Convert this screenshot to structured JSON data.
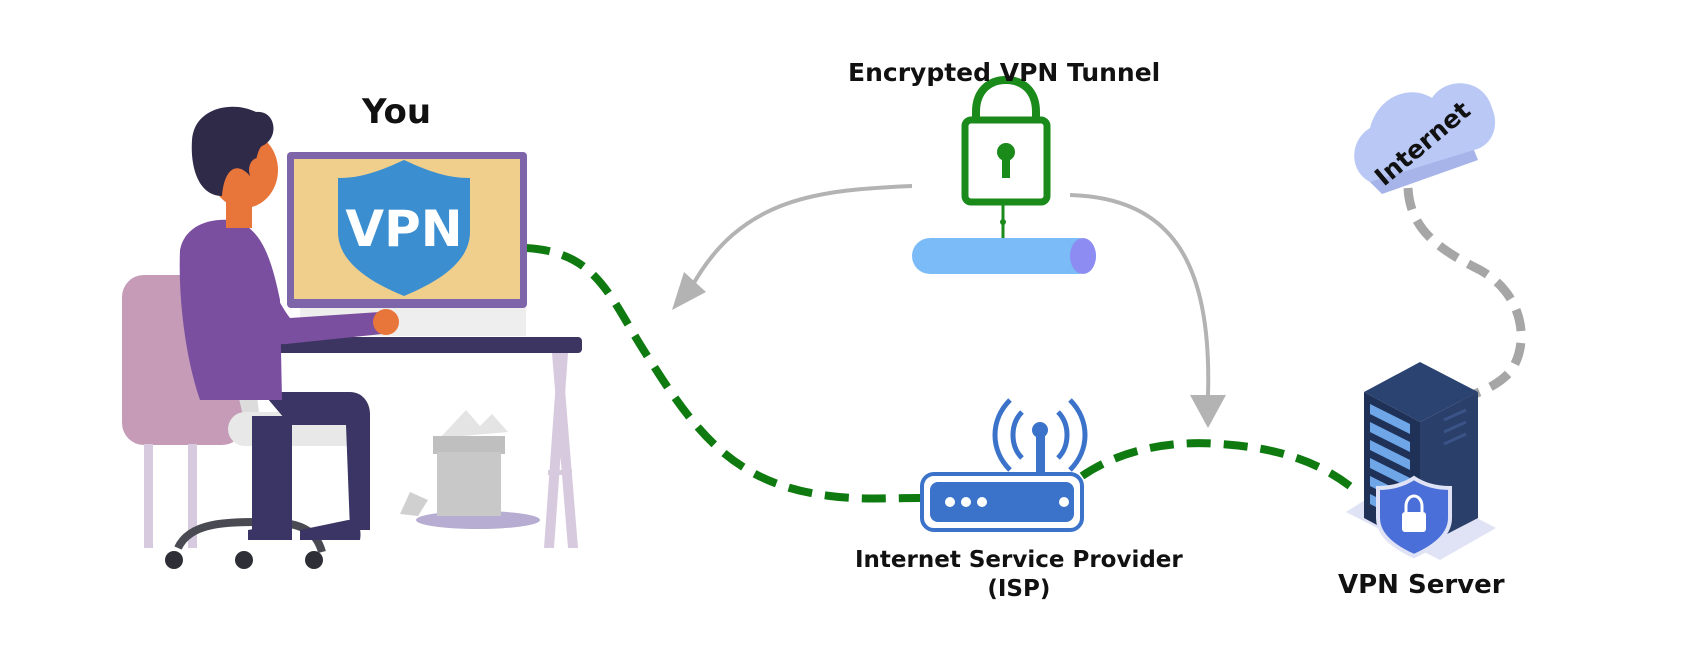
{
  "labels": {
    "you": "You",
    "screen_text": "VPN",
    "tunnel": "Encrypted VPN Tunnel",
    "isp_line1": "Internet Service Provider",
    "isp_line2": "(ISP)",
    "server": "VPN Server",
    "cloud_text": "Internet"
  },
  "colors": {
    "secure_link": "#0f7a10",
    "internet_link": "#a6a6a6",
    "flow_arrow": "#b3b3b3",
    "lock": "#1a8a1a",
    "tunnel": "#7bbbf7",
    "shield": "#3b8fd1",
    "router": "#3a73c9",
    "server": "#1f3157",
    "cloud": "#b9c8f5",
    "shirt": "#7b4f9f",
    "chair": "#c59bb8",
    "monitor_screen": "#f0cf8c",
    "monitor_frame": "#7e64a8"
  }
}
